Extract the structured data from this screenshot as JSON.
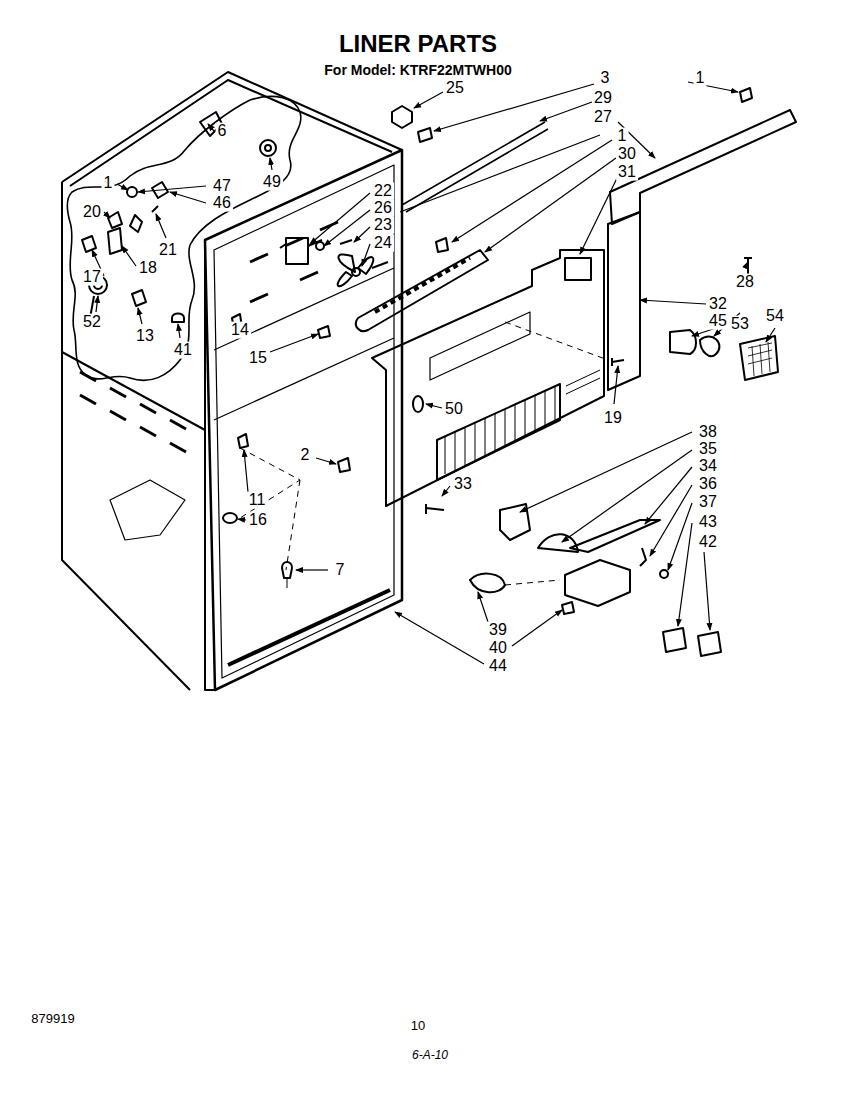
{
  "diagram": {
    "title": "LINER PARTS",
    "labels": [
      "For Model: KTRF22MTWH00",
      "25",
      "3",
      "29",
      "27",
      "1",
      "1",
      "30",
      "31",
      "6",
      "49",
      "47",
      "1",
      "46",
      "22",
      "26",
      "23",
      "24",
      "20",
      "21",
      "17",
      "18",
      "52",
      "13",
      "41",
      "14",
      "15",
      "28",
      "32",
      "45",
      "53",
      "54",
      "50",
      "19",
      "2",
      "38",
      "35",
      "34",
      "36",
      "37",
      "43",
      "42",
      "33",
      "11",
      "16",
      "7",
      "39",
      "40",
      "44",
      "879919",
      "10",
      "6-A-10"
    ]
  }
}
